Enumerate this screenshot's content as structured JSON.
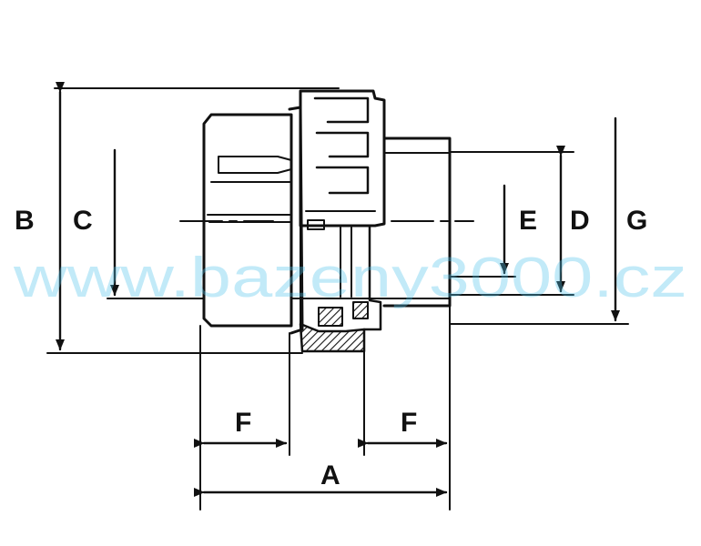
{
  "diagram": {
    "labels": {
      "a": "A",
      "b": "B",
      "c": "C",
      "d": "D",
      "e": "E",
      "f_left": "F",
      "f_right": "F",
      "g": "G"
    },
    "watermark": "www.bazeny3000.cz",
    "colors": {
      "ink": "#111111",
      "watermark": "#4fc3ea",
      "background": "#ffffff"
    }
  }
}
